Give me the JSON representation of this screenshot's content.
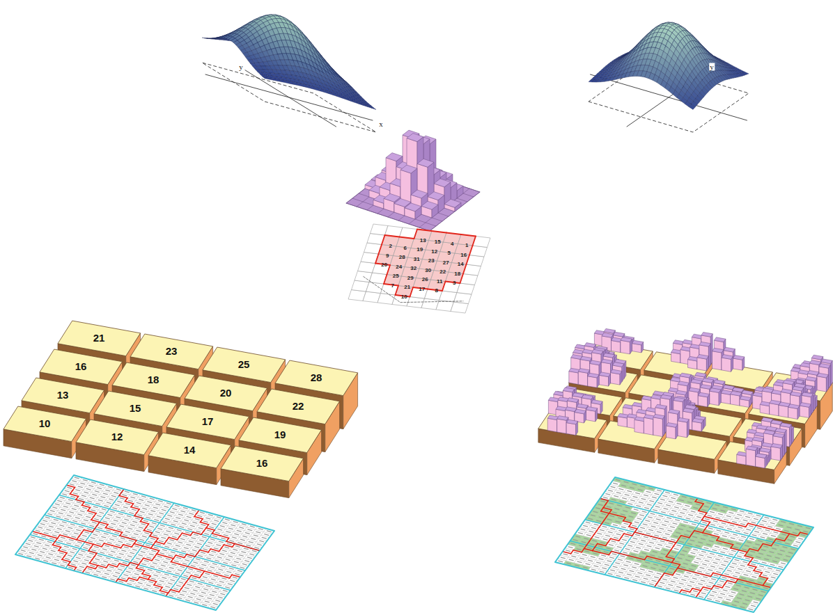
{
  "diagram": {
    "nodes": [
      {
        "text": [
          "21"
        ]
      },
      {
        "text": [
          "23"
        ]
      },
      {
        "text": [
          "25"
        ]
      },
      {
        "text": [
          "28"
        ]
      },
      {
        "text": [
          "16"
        ]
      },
      {
        "text": [
          "18"
        ]
      },
      {
        "text": [
          "20"
        ]
      },
      {
        "text": [
          "22"
        ]
      },
      {
        "text": [
          "13"
        ]
      },
      {
        "text": [
          "15"
        ]
      },
      {
        "text": [
          "17"
        ]
      },
      {
        "text": [
          "19"
        ]
      },
      {
        "text": [
          "10"
        ]
      },
      {
        "text": [
          "12"
        ]
      },
      {
        "text": [
          "14"
        ]
      },
      {
        "text": [
          "16"
        ]
      }
    ],
    "labels": [
      "y",
      "x",
      "y",
      "13",
      "15",
      "4",
      "1",
      "2",
      "6",
      "19",
      "12",
      "5",
      "16",
      "9",
      "28",
      "31",
      "23",
      "27",
      "14",
      "20",
      "24",
      "32",
      "30",
      "22",
      "18",
      "25",
      "29",
      "26",
      "11",
      "3",
      "7",
      "21",
      "17",
      "8",
      "10"
    ]
  }
}
